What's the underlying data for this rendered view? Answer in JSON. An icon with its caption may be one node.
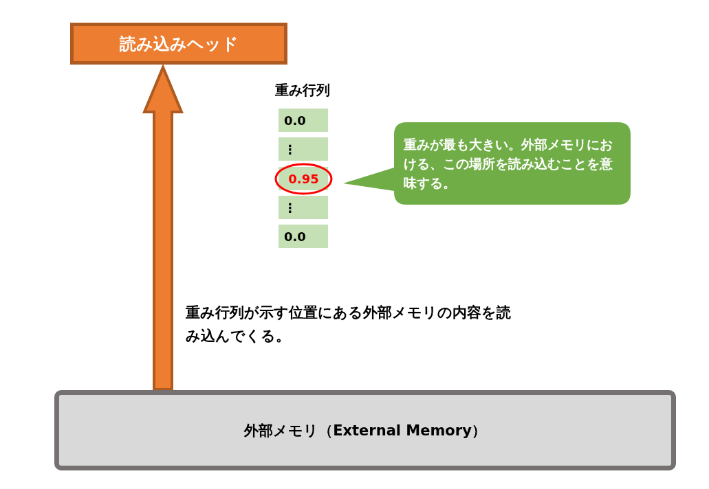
{
  "diagram": {
    "nodes": [
      {
        "text": [
          "読み込みヘッド"
        ]
      },
      {
        "text": [
          "0.0"
        ]
      },
      {
        "text": [
          "⋮"
        ]
      },
      {
        "text": [
          "0.95"
        ]
      },
      {
        "text": [
          "⋮"
        ]
      },
      {
        "text": [
          "0.0"
        ]
      },
      {
        "text": [
          "重みが最も大きい。外部メモリにおける、この場所を読み込むことを意味する。"
        ]
      },
      {
        "text": [
          "外部メモリ（External Memory）"
        ]
      }
    ],
    "edges": [
      {
        "from": 7,
        "to": 0,
        "arrow": "to"
      }
    ],
    "labels": [
      "重み行列",
      "重み行列が示す位置にある外部メモリの内容を読み込んでくる。"
    ]
  }
}
